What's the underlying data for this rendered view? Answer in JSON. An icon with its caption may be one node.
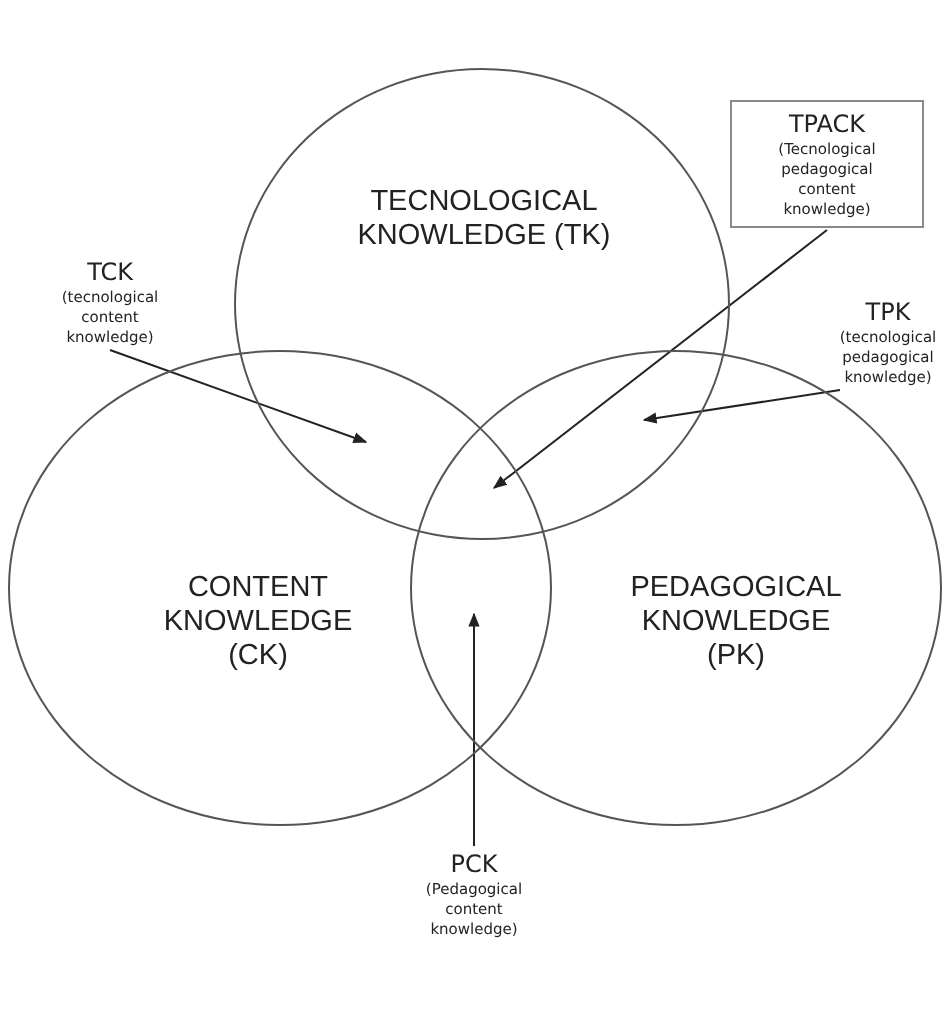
{
  "diagram": {
    "nodes": [
      {
        "text": [
          "TECNOLOGICAL KNOWLEDGE (TK)"
        ]
      },
      {
        "text": [
          "CONTENT KNOWLEDGE (CK)"
        ]
      },
      {
        "text": [
          "PEDAGOGICAL KNOWLEDGE (PK)"
        ]
      },
      {
        "text": [
          "TCK",
          "(tecnological content knowledge)"
        ]
      },
      {
        "text": [
          "TPACK",
          "(Tecnological pedagogical content knowledge)"
        ]
      },
      {
        "text": [
          "TPK",
          "(tecnological pedagogical knowledge)"
        ]
      },
      {
        "text": [
          "PCK",
          "(Pedagogical content knowledge)"
        ]
      }
    ],
    "edges": [
      {
        "from": 3,
        "to": 0,
        "arrow": "to"
      },
      {
        "from": 4,
        "to": 0,
        "arrow": "to"
      },
      {
        "from": 5,
        "to": 0,
        "arrow": "to"
      },
      {
        "from": 6,
        "to": 2,
        "arrow": "to"
      }
    ]
  }
}
